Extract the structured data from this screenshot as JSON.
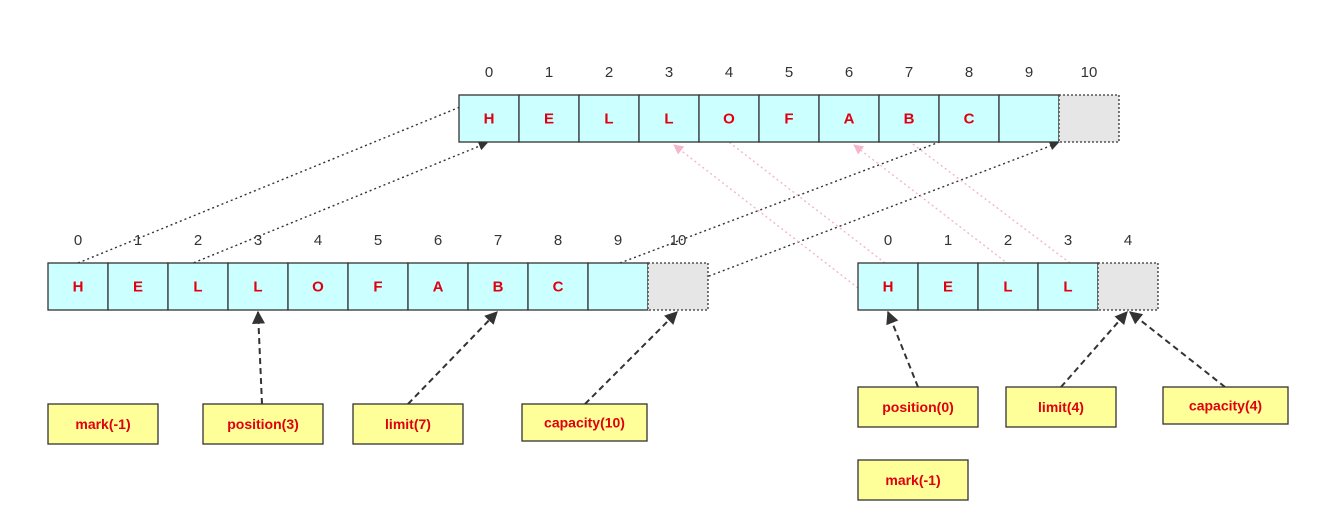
{
  "colors": {
    "cell_fill": "#ccffff",
    "empty_fill": "#e6e6e6",
    "cell_text": "#e0000f",
    "label_fill": "#ffff99",
    "black_arrow": "#333333",
    "pink_arrow": "#f4b6c8"
  },
  "source_buffer": {
    "cells": [
      "H",
      "E",
      "L",
      "L",
      "O",
      "F",
      "A",
      "B",
      "C",
      ""
    ],
    "indices": [
      "0",
      "1",
      "2",
      "3",
      "4",
      "5",
      "6",
      "7",
      "8",
      "9",
      "10"
    ]
  },
  "top_buffer": {
    "cells": [
      "H",
      "E",
      "L",
      "L",
      "O",
      "F",
      "A",
      "B",
      "C",
      ""
    ],
    "indices": [
      "0",
      "1",
      "2",
      "3",
      "4",
      "5",
      "6",
      "7",
      "8",
      "9",
      "10"
    ]
  },
  "slice_buffer": {
    "cells": [
      "H",
      "E",
      "L",
      "L"
    ],
    "indices": [
      "0",
      "1",
      "2",
      "3",
      "4"
    ]
  },
  "source_labels": {
    "mark": "mark(-1)",
    "position": "position(3)",
    "limit": "limit(7)",
    "capacity": "capacity(10)"
  },
  "slice_labels": {
    "position": "position(0)",
    "limit": "limit(4)",
    "capacity": "capacity(4)",
    "mark": "mark(-1)"
  }
}
